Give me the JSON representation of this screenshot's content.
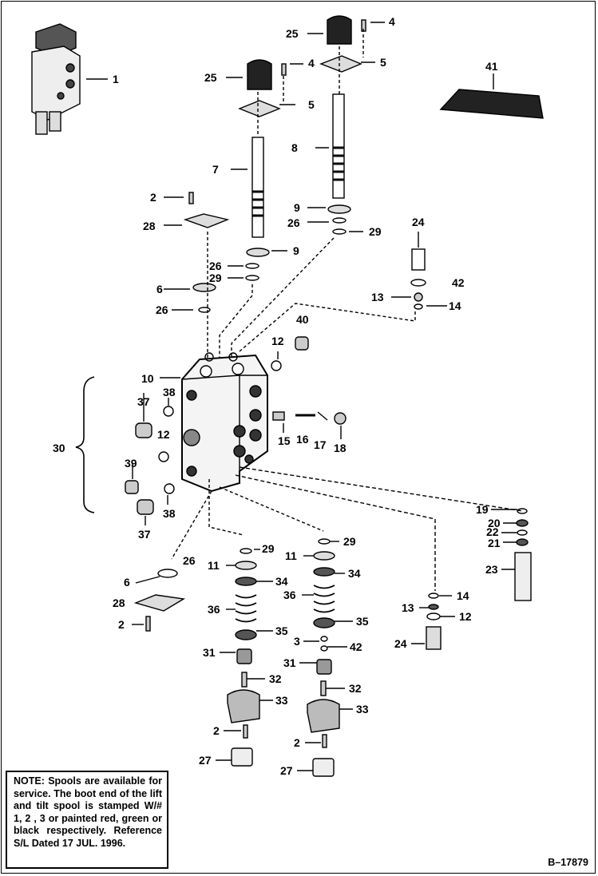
{
  "labels": [
    {
      "id": "p1",
      "text": "1"
    },
    {
      "id": "p25a",
      "text": "25"
    },
    {
      "id": "p25b",
      "text": "25"
    },
    {
      "id": "p4a",
      "text": "4"
    },
    {
      "id": "p4b",
      "text": "4"
    },
    {
      "id": "p5a",
      "text": "5"
    },
    {
      "id": "p5b",
      "text": "5"
    },
    {
      "id": "p41",
      "text": "41"
    },
    {
      "id": "p7",
      "text": "7"
    },
    {
      "id": "p8",
      "text": "8"
    },
    {
      "id": "p2a",
      "text": "2"
    },
    {
      "id": "p28a",
      "text": "28"
    },
    {
      "id": "p9a",
      "text": "9"
    },
    {
      "id": "p9b",
      "text": "9"
    },
    {
      "id": "p26a",
      "text": "26"
    },
    {
      "id": "p26b",
      "text": "26"
    },
    {
      "id": "p26c",
      "text": "26"
    },
    {
      "id": "p29a",
      "text": "29"
    },
    {
      "id": "p29b",
      "text": "29"
    },
    {
      "id": "p24a",
      "text": "24"
    },
    {
      "id": "p6a",
      "text": "6"
    },
    {
      "id": "p13a",
      "text": "13"
    },
    {
      "id": "p14a",
      "text": "14"
    },
    {
      "id": "p12a",
      "text": "12"
    },
    {
      "id": "p40",
      "text": "40"
    },
    {
      "id": "p10",
      "text": "10"
    },
    {
      "id": "p37a",
      "text": "37"
    },
    {
      "id": "p38a",
      "text": "38"
    },
    {
      "id": "p30",
      "text": "30"
    },
    {
      "id": "p12b",
      "text": "12"
    },
    {
      "id": "p39",
      "text": "39"
    },
    {
      "id": "p38b",
      "text": "38"
    },
    {
      "id": "p37b",
      "text": "37"
    },
    {
      "id": "p15",
      "text": "15"
    },
    {
      "id": "p16",
      "text": "16"
    },
    {
      "id": "p17",
      "text": "17"
    },
    {
      "id": "p18",
      "text": "18"
    },
    {
      "id": "p19",
      "text": "19"
    },
    {
      "id": "p20",
      "text": "20"
    },
    {
      "id": "p22",
      "text": "22"
    },
    {
      "id": "p21",
      "text": "21"
    },
    {
      "id": "p23",
      "text": "23"
    },
    {
      "id": "p29c",
      "text": "29"
    },
    {
      "id": "p29d",
      "text": "29"
    },
    {
      "id": "p11a",
      "text": "11"
    },
    {
      "id": "p11b",
      "text": "11"
    },
    {
      "id": "p34a",
      "text": "34"
    },
    {
      "id": "p34b",
      "text": "34"
    },
    {
      "id": "p36a",
      "text": "36"
    },
    {
      "id": "p36b",
      "text": "36"
    },
    {
      "id": "p35a",
      "text": "35"
    },
    {
      "id": "p35b",
      "text": "35"
    },
    {
      "id": "p6b",
      "text": "6"
    },
    {
      "id": "p26d",
      "text": "26"
    },
    {
      "id": "p28b",
      "text": "28"
    },
    {
      "id": "p2b",
      "text": "2"
    },
    {
      "id": "p3",
      "text": "3"
    },
    {
      "id": "p42a",
      "text": "42"
    },
    {
      "id": "p42b",
      "text": "42"
    },
    {
      "id": "p31a",
      "text": "31"
    },
    {
      "id": "p31b",
      "text": "31"
    },
    {
      "id": "p32a",
      "text": "32"
    },
    {
      "id": "p32b",
      "text": "32"
    },
    {
      "id": "p33a",
      "text": "33"
    },
    {
      "id": "p33b",
      "text": "33"
    },
    {
      "id": "p2c",
      "text": "2"
    },
    {
      "id": "p2d",
      "text": "2"
    },
    {
      "id": "p27a",
      "text": "27"
    },
    {
      "id": "p27b",
      "text": "27"
    },
    {
      "id": "p13b",
      "text": "13"
    },
    {
      "id": "p14b",
      "text": "14"
    },
    {
      "id": "p12c",
      "text": "12"
    },
    {
      "id": "p24b",
      "text": "24"
    }
  ],
  "note": {
    "heading": "NOTE:",
    "body": "Spools are available for service. The boot end of the lift and tilt spool is stamped W/# 1, 2 , 3 or painted red, green or black respectively.  Reference S/L Dated 17 JUL. 1996."
  },
  "reference": "B–17879"
}
